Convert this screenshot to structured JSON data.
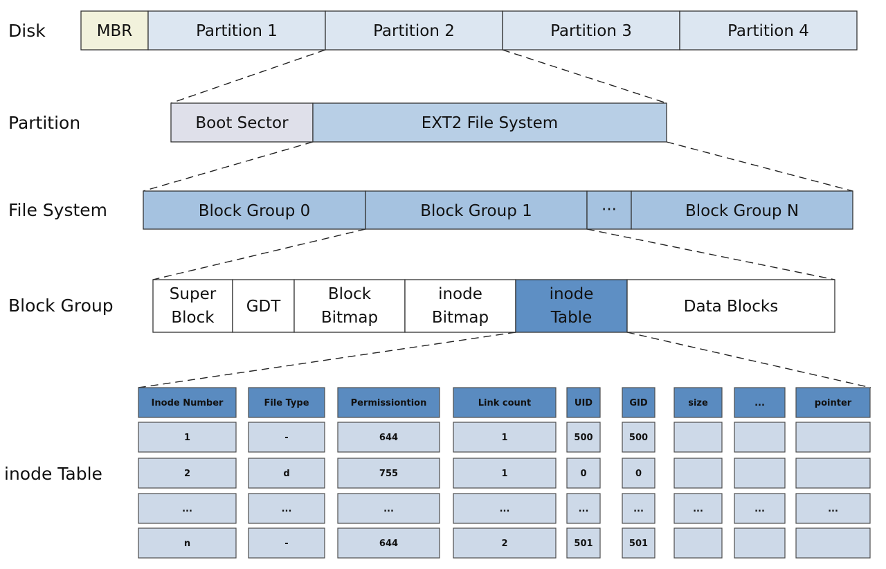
{
  "colors": {
    "mbr_fill": "#f2f2dc",
    "partition_fill": "#dce6f1",
    "boot_fill": "#dfe0ea",
    "ext2_fill": "#b8cfe6",
    "fs_fill": "#a5c2e0",
    "white_fill": "#ffffff",
    "highlight_fill": "#5e8fc4",
    "table_header_fill": "#5a8bc0",
    "table_cell_fill": "#cdd9e8"
  },
  "labels": {
    "disk": "Disk",
    "partition": "Partition",
    "file_system": "File System",
    "block_group": "Block Group",
    "inode_table": "inode Table"
  },
  "disk": {
    "mbr": "MBR",
    "partitions": [
      "Partition 1",
      "Partition 2",
      "Partition 3",
      "Partition 4"
    ]
  },
  "partition": {
    "boot_sector": "Boot Sector",
    "ext2": "EXT2 File System"
  },
  "file_system": {
    "groups": [
      "Block Group 0",
      "Block Group 1",
      "···",
      "Block Group N"
    ]
  },
  "block_group": {
    "parts": [
      [
        "Super",
        "Block"
      ],
      [
        "GDT"
      ],
      [
        "Block",
        "Bitmap"
      ],
      [
        "inode",
        "Bitmap"
      ],
      [
        "inode",
        "Table"
      ],
      [
        "Data Blocks"
      ]
    ]
  },
  "inode_table": {
    "headers": [
      "Inode Number",
      "File Type",
      "Permissiontion",
      "Link count",
      "UID",
      "GID",
      "size",
      "...",
      "pointer"
    ],
    "rows": [
      [
        "1",
        "-",
        "644",
        "1",
        "500",
        "500",
        "",
        "",
        ""
      ],
      [
        "2",
        "d",
        "755",
        "1",
        "0",
        "0",
        "",
        "",
        ""
      ],
      [
        "...",
        "...",
        "...",
        "...",
        "...",
        "...",
        "...",
        "...",
        "..."
      ],
      [
        "n",
        "-",
        "644",
        "2",
        "501",
        "501",
        "",
        "",
        ""
      ]
    ]
  }
}
